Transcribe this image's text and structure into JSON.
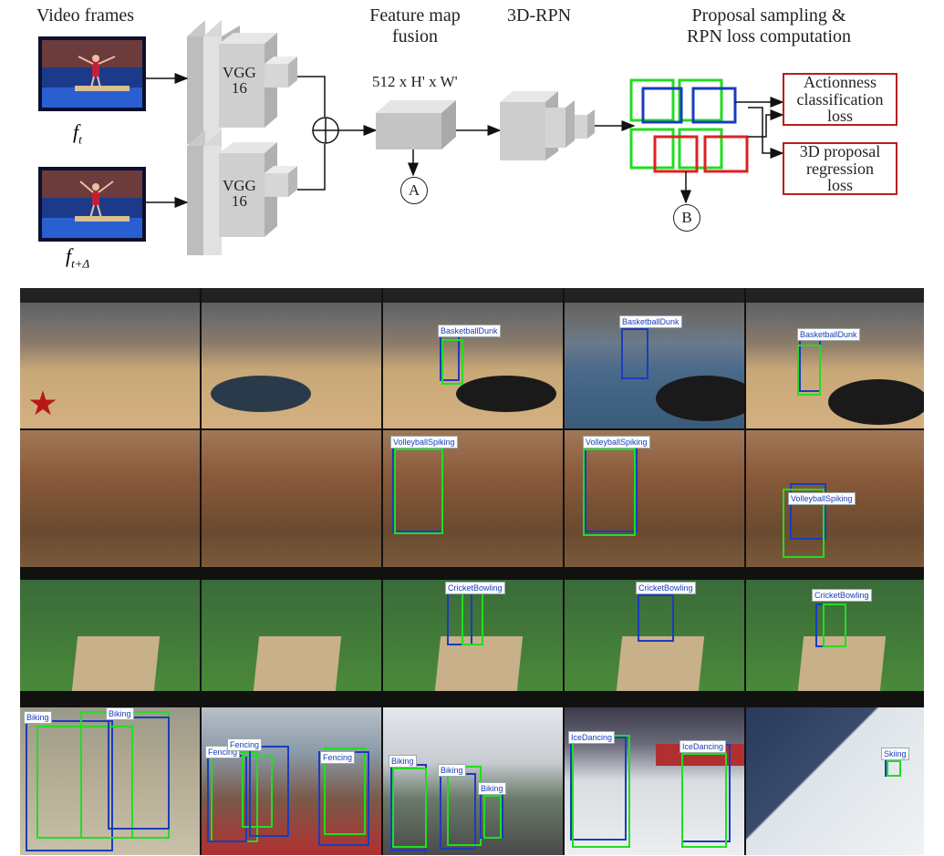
{
  "diagram": {
    "labels": {
      "video_frames": "Video frames",
      "feature_fusion_1": "Feature map",
      "feature_fusion_2": "fusion",
      "rpn3d": "3D-RPN",
      "proposal_1": "Proposal sampling &",
      "proposal_2": "RPN loss computation",
      "dims": "512 x  H' x W'",
      "vgg_a_1": "VGG",
      "vgg_a_2": "16",
      "vgg_b_1": "VGG",
      "vgg_b_2": "16",
      "f_t": "f",
      "f_t_sub": "t",
      "f_tdelta": "f",
      "f_tdelta_sub": "t+Δ",
      "plus": "⊕",
      "node_a": "A",
      "node_b": "B",
      "loss_cls_1": "Actionness",
      "loss_cls_2": "classification",
      "loss_cls_3": "loss",
      "loss_reg_1": "3D proposal",
      "loss_reg_2": "regression",
      "loss_reg_3": "loss"
    },
    "colors": {
      "green": "#22dd22",
      "blue": "#1a3dbb",
      "red": "#dd2222",
      "loss_border": "#b32020"
    }
  },
  "grid": {
    "rows": [
      {
        "scene": "basketball",
        "tags": [
          "BasketballDunk",
          "BasketballDunk",
          "BasketballDunk"
        ]
      },
      {
        "scene": "volleyball",
        "tags": [
          "VolleyballSpiking",
          "VolleyballSpiking",
          "VolleyballSpiking"
        ]
      },
      {
        "scene": "cricket",
        "tags": [
          "CricketBowling",
          "CricketBowling",
          "CricketBowling"
        ]
      },
      {
        "scene": "mixed",
        "tags": [
          "Biking",
          "Biking",
          "Fencing",
          "Fencing",
          "Fencing",
          "Biking",
          "Biking",
          "Biking",
          "IceDancing",
          "IceDancing",
          "Skiing"
        ]
      }
    ]
  }
}
